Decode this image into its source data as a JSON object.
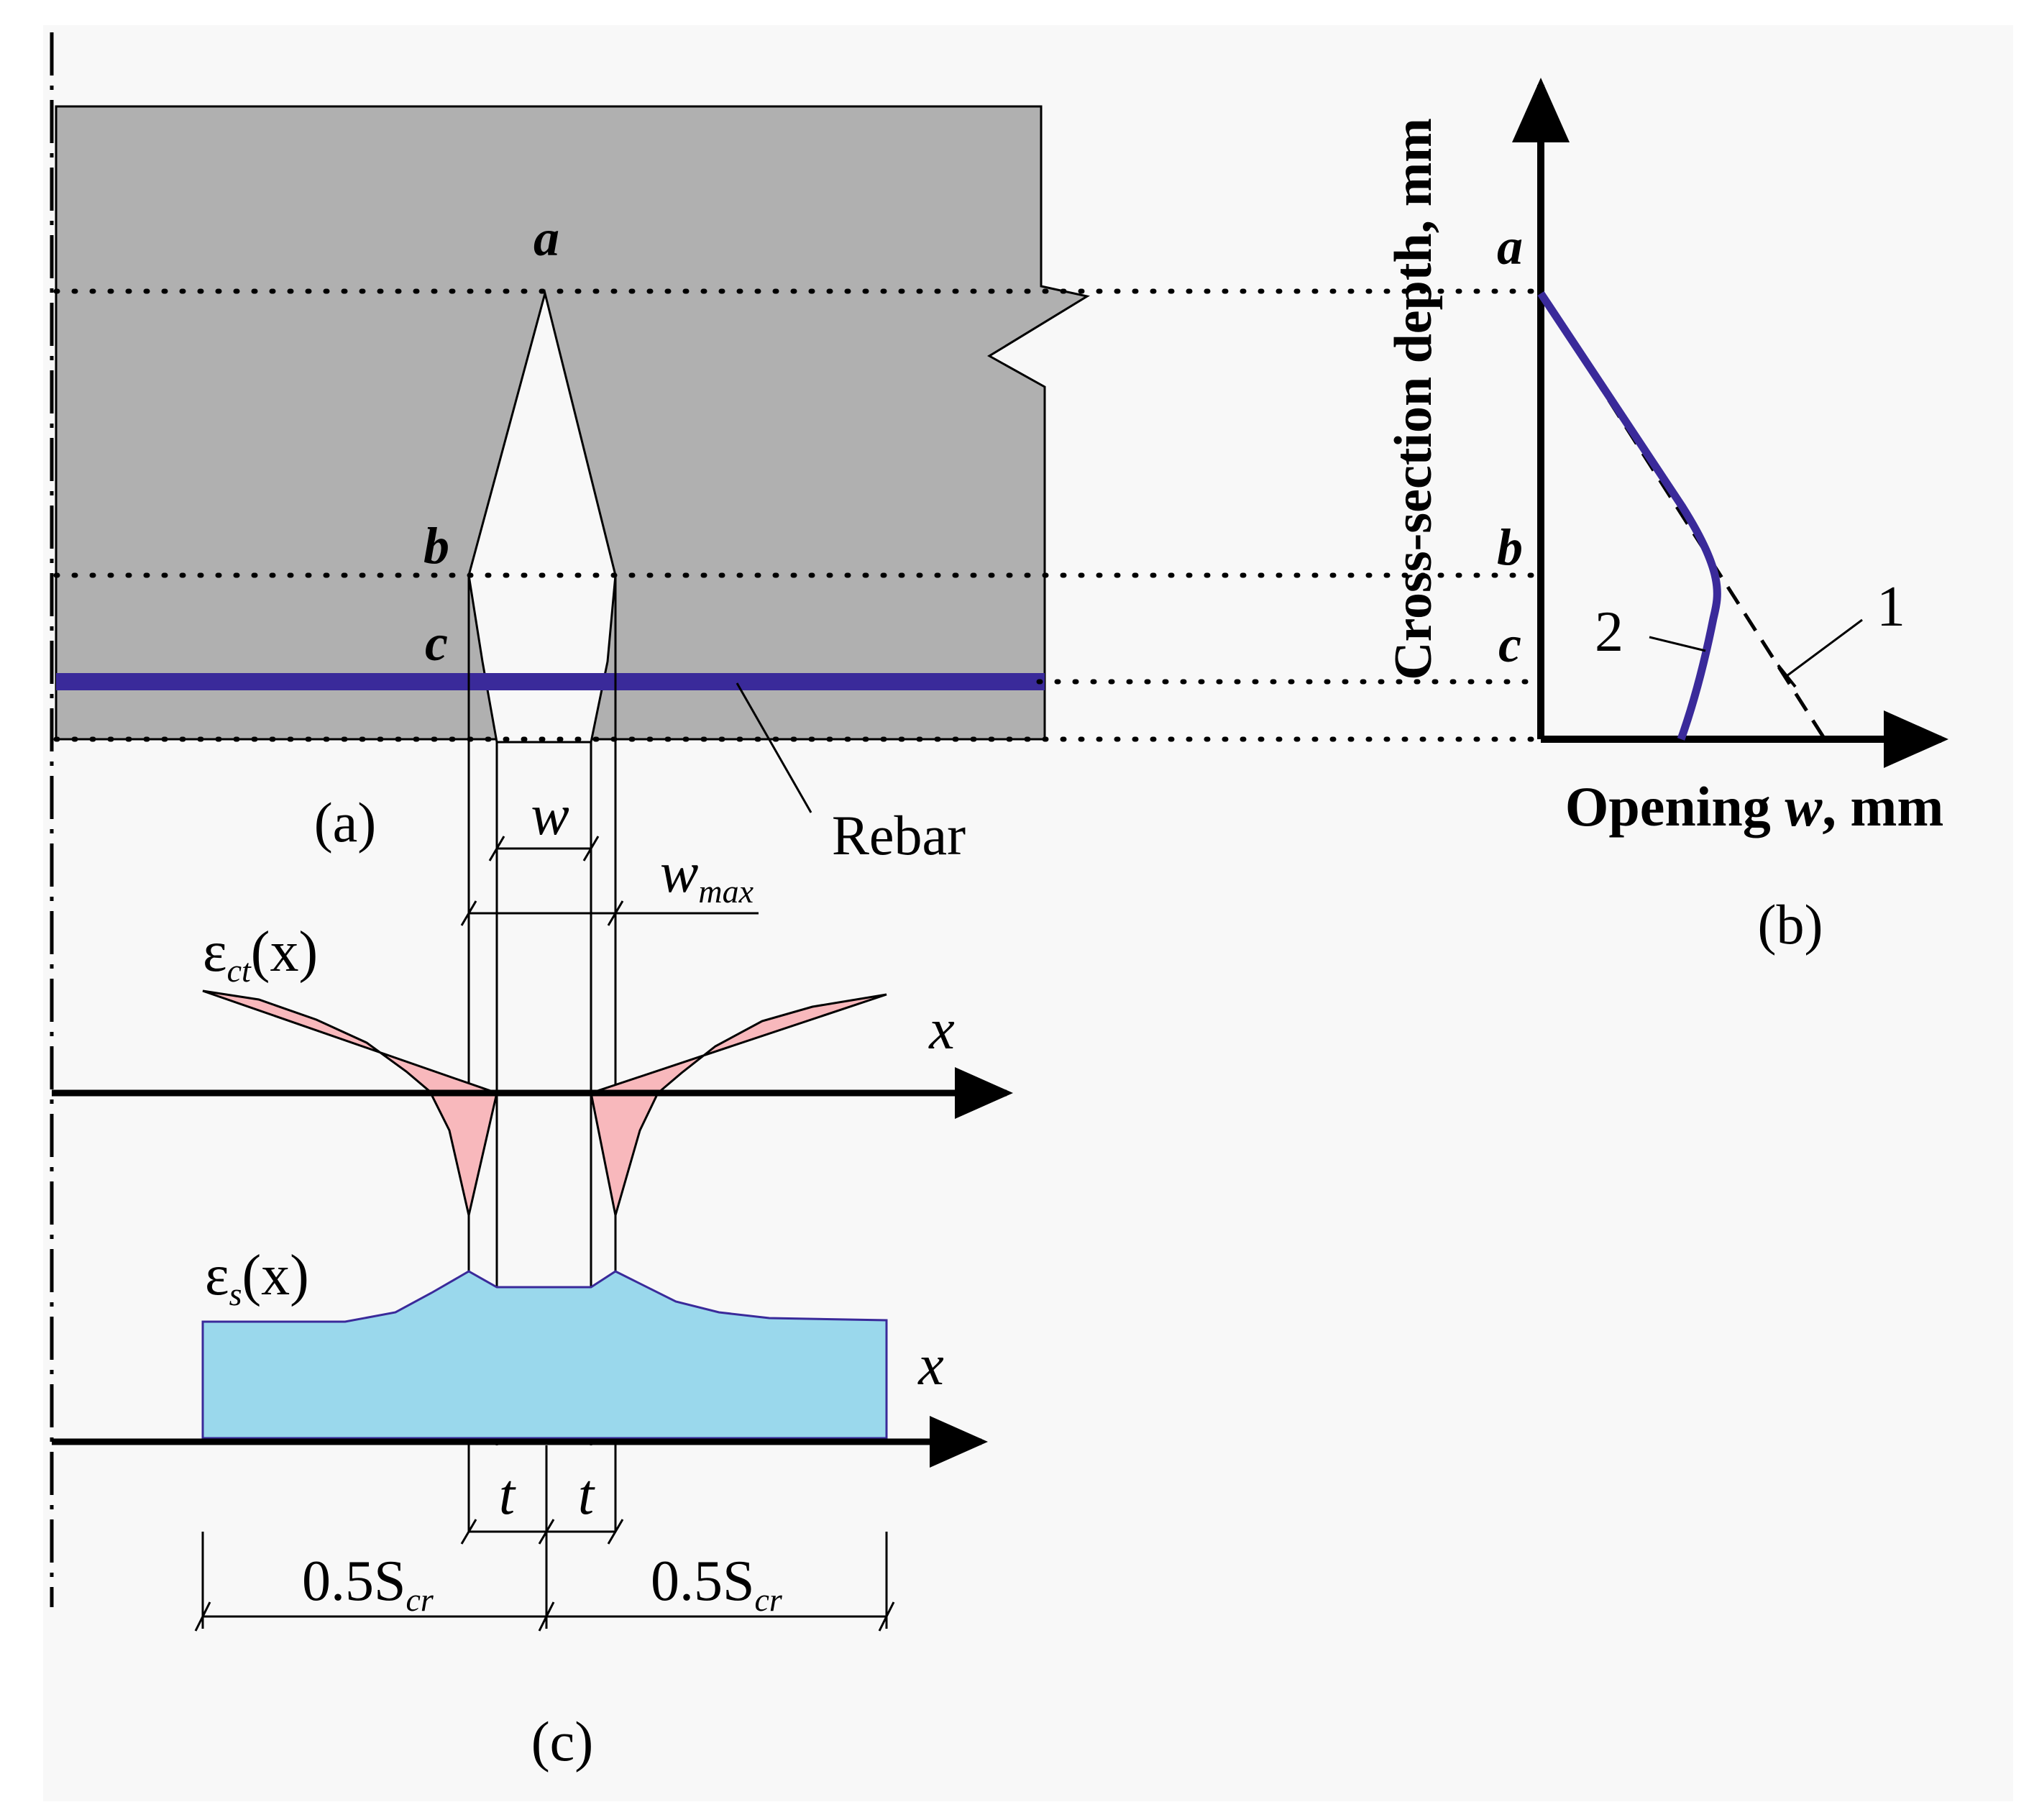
{
  "labels": {
    "panel_a": "(a)",
    "panel_b": "(b)",
    "panel_c": "(c)",
    "rebar": "Rebar",
    "level_a": "a",
    "level_b": "b",
    "level_c": "c",
    "width_w": "w",
    "width_wmax_base": "w",
    "width_wmax_sub": "max",
    "eps_ct_sym": "ε",
    "eps_ct_sub": "ct",
    "eps_ct_arg": "(x)",
    "eps_s_sym": "ε",
    "eps_s_sub": "s",
    "eps_s_arg": "(x)",
    "x_axis_1": "x",
    "x_axis_2": "x",
    "t_left": "t",
    "t_right": "t",
    "half_spacing_left_base": "0.5S",
    "half_spacing_left_sub": "cr",
    "half_spacing_right_base": "0.5S",
    "half_spacing_right_sub": "cr"
  },
  "graph_b": {
    "y_axis_label": "Cross-section depth, mm",
    "x_axis_label_prefix": "Opening ",
    "x_axis_label_var": "w",
    "x_axis_label_suffix": ", mm",
    "level_a": "a",
    "level_b": "b",
    "level_c": "c",
    "curve_1_label": "1",
    "curve_2_label": "2"
  },
  "colors": {
    "concrete": "#b0b0b0",
    "rebar": "#3a2a9a",
    "tension_strain_fill": "#f8b8bc",
    "steel_strain_fill": "#9ad8ec",
    "steel_strain_stroke": "#3a2a9a"
  }
}
